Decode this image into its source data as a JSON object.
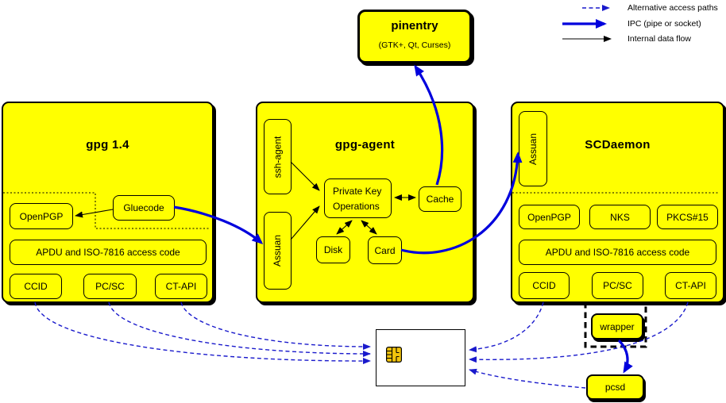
{
  "legend": {
    "items": [
      {
        "label": "Alternative access paths",
        "line": "dashed-blue"
      },
      {
        "label": "IPC (pipe or socket)",
        "line": "thick-blue"
      },
      {
        "label": "Internal data flow",
        "line": "thin-black"
      }
    ]
  },
  "pinentry": {
    "title": "pinentry",
    "subtitle": "(GTK+, Qt, Curses)"
  },
  "gpg14": {
    "title": "gpg 1.4",
    "openpgp": "OpenPGP",
    "gluecode": "Gluecode",
    "apdu": "APDU and ISO-7816 access code",
    "ccid": "CCID",
    "pcsc": "PC/SC",
    "ctapi": "CT-API"
  },
  "gpg_agent": {
    "title": "gpg-agent",
    "ssh_agent": "ssh-agent",
    "assuan": "Assuan",
    "private_key_ops": "Private Key Operations",
    "cache": "Cache",
    "disk": "Disk",
    "card": "Card"
  },
  "scdaemon": {
    "title": "SCDaemon",
    "assuan": "Assuan",
    "openpgp": "OpenPGP",
    "nks": "NKS",
    "pkcs15": "PKCS#15",
    "apdu": "APDU and ISO-7816 access code",
    "ccid": "CCID",
    "pcsc": "PC/SC",
    "ctapi": "CT-API"
  },
  "wrapper": {
    "label": "wrapper"
  },
  "pcsd": {
    "label": "pcsd"
  },
  "colors": {
    "box_fill": "#ffff00",
    "border": "#000000",
    "ipc_blue": "#0000dd",
    "alt_blue": "#1a1acc",
    "card_fill": "#ffffff",
    "chip_gold": "#f2c40c"
  }
}
